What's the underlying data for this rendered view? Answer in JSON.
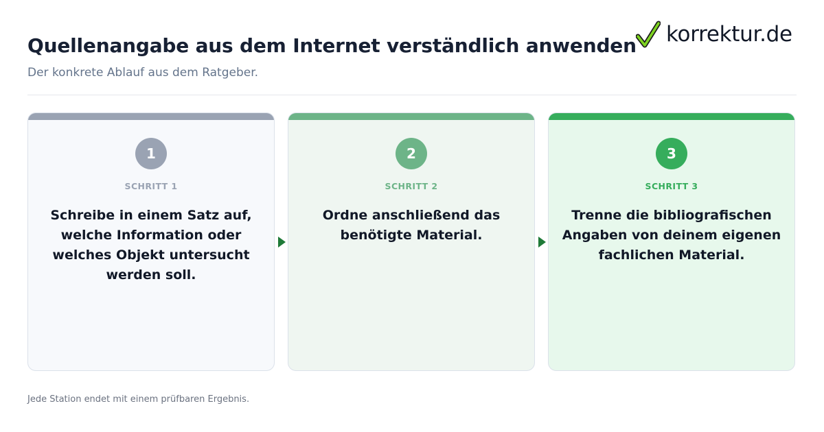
{
  "header": {
    "title": "Quellenangabe aus dem Internet verständlich anwenden",
    "subtitle": "Der konkrete Ablauf aus dem Ratgeber."
  },
  "logo": {
    "text": "korrektur.de",
    "icon": "check-icon",
    "check_color": "#7ed321"
  },
  "steps": [
    {
      "number": "1",
      "label": "SCHRITT 1",
      "text": "Schreibe in einem Satz auf, welche Information oder welches Objekt untersucht werden soll.",
      "accent": "#9aa3b3",
      "background": "#f7f9fc"
    },
    {
      "number": "2",
      "label": "SCHRITT 2",
      "text": "Ordne anschließend das benötigte Material.",
      "accent": "#6db488",
      "background": "#eff6f1"
    },
    {
      "number": "3",
      "label": "SCHRITT 3",
      "text": "Trenne die bibliografischen Angaben von deinem eigenen fachlichen Material.",
      "accent": "#36ad5c",
      "background": "#e7f8ec"
    }
  ],
  "connector": {
    "icon": "arrow-right-icon",
    "color": "#1f7a38"
  },
  "footer": {
    "note": "Jede Station endet mit einem prüfbaren Ergebnis."
  }
}
